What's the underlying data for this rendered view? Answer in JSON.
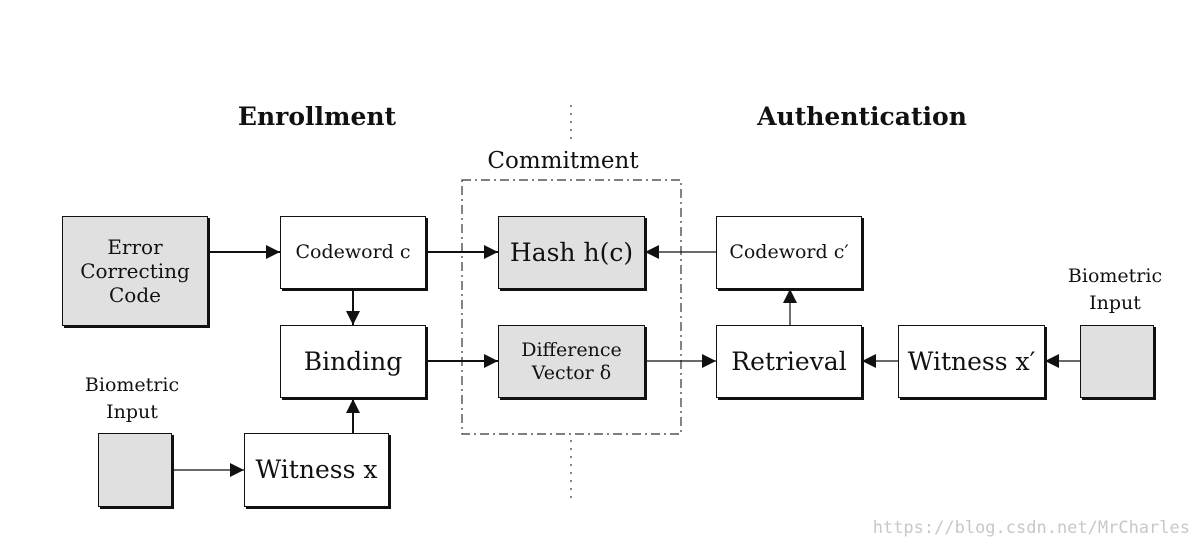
{
  "sections": {
    "enrollment": "Enrollment",
    "authentication": "Authentication"
  },
  "commitment_label": "Commitment",
  "boxes": {
    "error_correcting_code": [
      "Error",
      "Correcting",
      "Code"
    ],
    "codeword_c": "Codeword c",
    "binding": "Binding",
    "witness_x": "Witness x",
    "hash": "Hash h(c)",
    "difference_vector": [
      "Difference",
      "Vector δ"
    ],
    "codeword_c_prime": "Codeword c′",
    "retrieval": "Retrieval",
    "witness_x_prime": "Witness x′"
  },
  "biometric_input_left": [
    "Biometric",
    "Input"
  ],
  "biometric_input_right": [
    "Biometric",
    "Input"
  ],
  "watermark": "https://blog.csdn.net/MrCharles",
  "colors": {
    "box_fill_gray": "#e0e0e0",
    "stroke": "#111111"
  }
}
